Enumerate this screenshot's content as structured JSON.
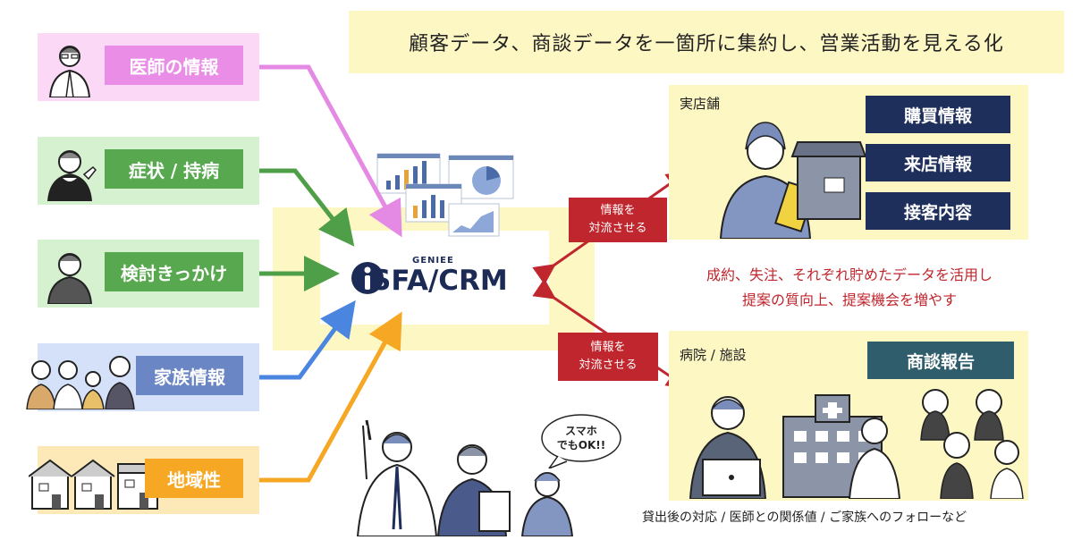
{
  "headline": "顧客データ、商談データを一箇所に集約し、営業活動を見える化",
  "sources": [
    {
      "label": "医師の情報",
      "color": "#ea8de6",
      "bg": "#fbd8f6"
    },
    {
      "label": "症状 / 持病",
      "color": "#57a84f",
      "bg": "#d6f1cf"
    },
    {
      "label": "検討きっかけ",
      "color": "#57a84f",
      "bg": "#d6f1cf"
    },
    {
      "label": "家族情報",
      "color": "#6a86c5",
      "bg": "#d4e1f8"
    },
    {
      "label": "地域性",
      "color": "#f6a824",
      "bg": "#fde9b8"
    }
  ],
  "center": {
    "brand_small": "GENIEE",
    "brand_main": "SFA/CRM"
  },
  "exchange_label_top": {
    "line1": "情報を",
    "line2": "対流させる"
  },
  "exchange_label_bottom": {
    "line1": "情報を",
    "line2": "対流させる"
  },
  "store": {
    "title": "実店舗",
    "buttons": [
      "購買情報",
      "来店情報",
      "接客内容"
    ]
  },
  "middle_text": {
    "line1": "成約、失注、それぞれ貯めたデータを活用し",
    "line2": "提案の質向上、提案機会を増やす"
  },
  "hospital": {
    "title": "病院 / 施設",
    "button": "商談報告"
  },
  "speech_bubble": {
    "line1": "スマホ",
    "line2": "でもOK!!"
  },
  "footer_note": "貸出後の対応 / 医師との関係値 / ご家族へのフォローなど",
  "colors": {
    "navy": "#1f2f5c",
    "teal": "#2f5d6b",
    "red": "#c0262d",
    "yellow_bg": "#fdf7c4",
    "pink_arrow": "#e58ae4",
    "green_arrow": "#4f9f49",
    "blue_arrow": "#4a86e0",
    "orange_arrow": "#f6a824"
  }
}
